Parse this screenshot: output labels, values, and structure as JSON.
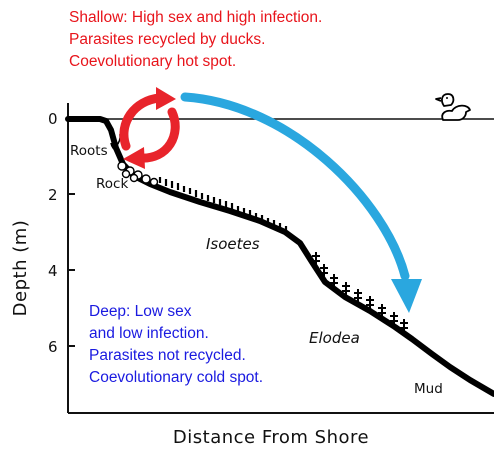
{
  "shallow_note": {
    "lines": [
      "Shallow: High sex and high infection.",
      "Parasites recycled by ducks.",
      "Coevolutionary hot spot."
    ],
    "color": "#e8141b"
  },
  "deep_note": {
    "lines": [
      "Deep: Low sex",
      "and low infection.",
      "Parasites not recycled.",
      "Coevolutionary cold spot."
    ],
    "color": "#1a1ae0"
  },
  "axes": {
    "y_label": "Depth (m)",
    "x_label": "Distance From Shore",
    "y_ticks": [
      "0",
      "2",
      "4",
      "6"
    ]
  },
  "zone_labels": {
    "roots": "Roots",
    "rock": "Rock",
    "isoetes": "Isoetes",
    "elodea": "Elodea",
    "mud": "Mud"
  },
  "icons": {
    "duck": "duck-icon",
    "hot_spot_cycle": "circular-arrows-icon",
    "transport": "curved-arrow-icon"
  },
  "colors": {
    "cycle_arrows": "#e8242b",
    "transport_arrow": "#2aa7df",
    "profile": "#000000"
  }
}
